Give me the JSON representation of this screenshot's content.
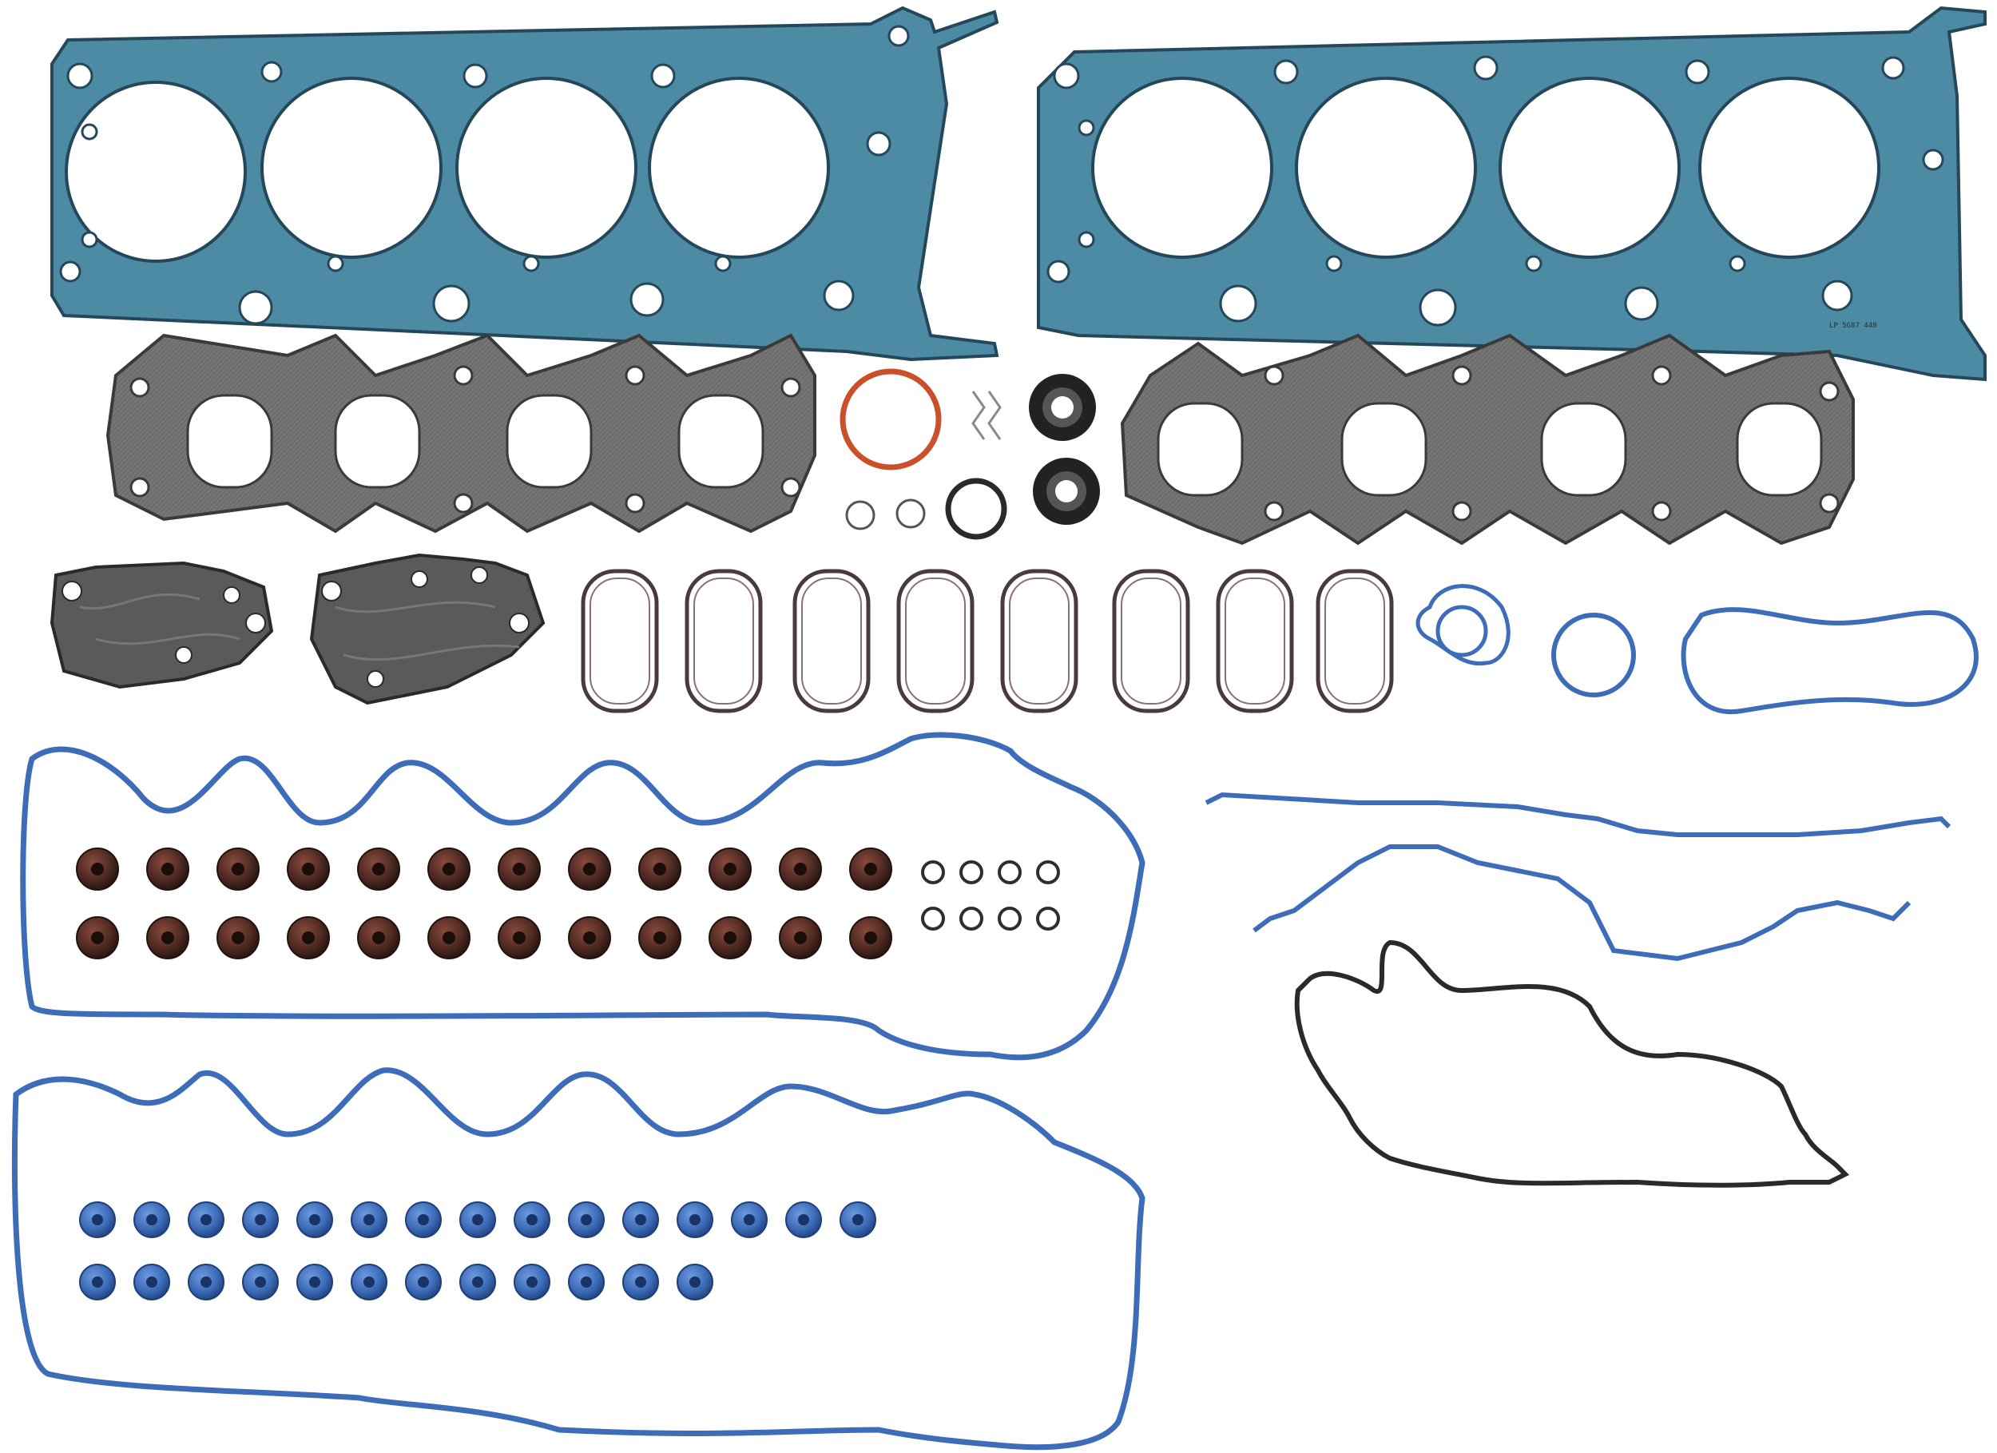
{
  "photo": {
    "subject": "",
    "background": "#ffffff"
  },
  "colors": {
    "head_gasket": "#4d8aa3",
    "head_gasket_edge": "#24485a",
    "graphite": "#6f6f6f",
    "graphite_edge": "#3a3a3a",
    "blue_rubber": "#3d6cb8",
    "blue_rubber_dark": "#23478a",
    "black_rubber": "#2a2a2a",
    "brown_seal": "#4e2a22",
    "orange_oring": "#c9502a"
  },
  "head_gaskets": {
    "stamp_left": "",
    "stamp_right": "LP  5G87 448"
  },
  "counts": {
    "cylinders_per_head": 4,
    "intake_ports": 8,
    "valve_stem_seals": 24,
    "blue_grommets": 27,
    "small_orings": 8
  }
}
